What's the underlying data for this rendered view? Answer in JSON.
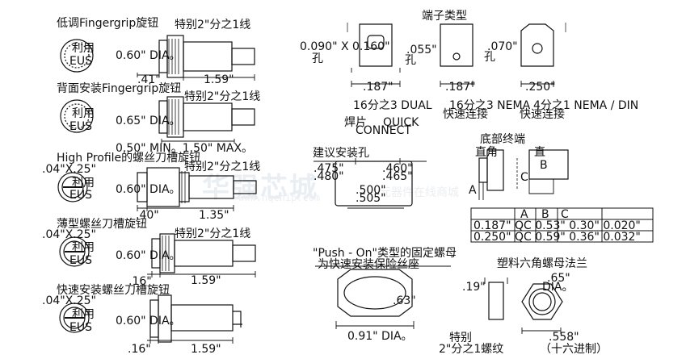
{
  "watermark": {
    "main": "华强芯城",
    "url": "www.hqchip.com",
    "sub": "元器件在线商城"
  },
  "left_column": {
    "row1": {
      "title": "低调Fingergrip旋钮",
      "use": "利用",
      "eus": "EUS",
      "dia": "0.60\" DIA。",
      "thread": "特别2\"分之1线",
      "dim_a": ".41\"",
      "dim_b": "1.59\""
    },
    "row2": {
      "title": "背面安装Fingergrip旋钮",
      "use": "利用",
      "eus": "EUS",
      "dia": "0.65\" DIA。",
      "thread": "特别2\"分之1线",
      "range": "0.50\" MIN。1.50\" MAX。"
    },
    "row3": {
      "title": "High Profile的螺丝刀槽旋钮",
      "use": "利用",
      "eus": "EUS",
      "dia": "0.60\" DIA。",
      "thread": "特别2\"分之1线",
      "slot": ".04\"X.25\"",
      "dim_a": ".40\"",
      "dim_b": "1.35\""
    },
    "row4": {
      "title": "薄型螺丝刀槽旋钮",
      "use": "利用",
      "eus": "EUS",
      "dia": "0.60\" DIA。",
      "thread": "特别2\"分之1线",
      "slot": ".04\"X.25\"",
      "dim_a": ".16\"",
      "dim_b": "1.59\""
    },
    "row5": {
      "title": "快速安装螺丝刀槽旋钮",
      "use": "利用",
      "eus": "EUS",
      "dia": "0.60\" DIA。",
      "slot": ".04\"X.25\"",
      "dim_a": ".16\"",
      "dim_b": "1.59\""
    }
  },
  "terminal_types": {
    "title": "端子类型",
    "hole1": "0.090\" X 0.160\"",
    "hole1_kind": "孔",
    "hole2": ".055\"",
    "hole2_kind": "孔",
    "hole3": ".070\"",
    "hole3_kind": "孔",
    "w1": ".187\"",
    "w2": ".187\"",
    "w3": ".250\"",
    "label1": "16分之3 DUAL",
    "label1b": "焊片",
    "label2": "16分之3 NEMA",
    "label2b": "快速连接",
    "label3": "4分之1 NEMA / DIN",
    "label3b": "快速连接",
    "quick": "QUICK",
    "connect": "CONNECT"
  },
  "mount_hole": {
    "title": "建议安装孔",
    "d1": ".475\"",
    "d2": ".460\"",
    "d3": ".480\"",
    "d4": ".465\"",
    "d5": ".500\"",
    "d6": ".505\""
  },
  "bottom_terminal": {
    "title": "底部终端",
    "right_angle": "直角",
    "straight": "直",
    "a": "A",
    "b": "B",
    "c": "C"
  },
  "dim_table": {
    "headers": [
      "A",
      "B",
      "C"
    ],
    "rows": [
      "0.187\" QC 0.53\" 0.30\" 0.020\"",
      "0.250\" QC 0.59\" 0.36\" 0.032\""
    ]
  },
  "push_on": {
    "title": "\"Push - On\"类型的固定螺母",
    "subtitle": "为快速安装保险丝座",
    "height": ".63\"",
    "dia": "0.91\" DIA。"
  },
  "hex_nut": {
    "title": "塑料六角螺母法兰",
    "thick": ".19\"",
    "dia": ".65\"",
    "dia_label": "DIA。",
    "across": ".558\"",
    "hex_label": "（十六进制）"
  },
  "thread_note": {
    "special": "特别",
    "thread": "2\"分之1螺纹"
  }
}
